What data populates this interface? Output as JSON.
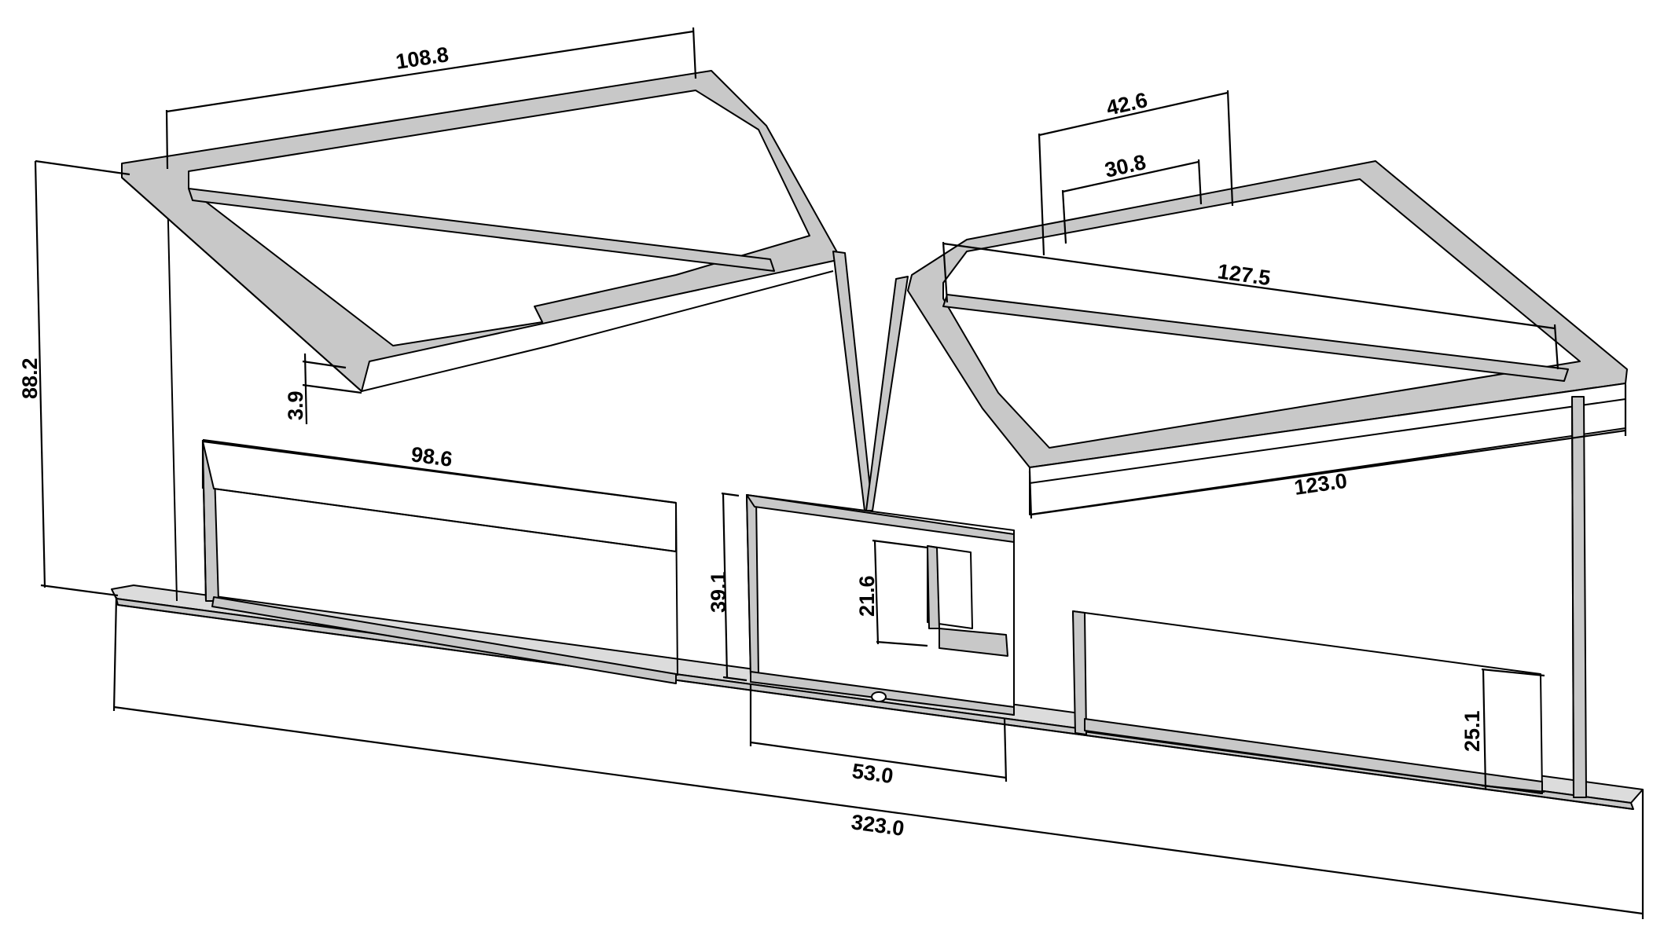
{
  "dimensions": {
    "overall_length": "323.0",
    "left_roof_top": "108.8",
    "left_height": "88.2",
    "left_roof_thickness": "3.9",
    "left_window_width": "98.6",
    "door_height": "39.1",
    "door_width": "53.0",
    "window_small_height": "21.6",
    "right_window_height": "25.1",
    "right_roof_outer": "42.6",
    "right_roof_inner": "30.8",
    "right_roof_top": "127.5",
    "right_roof_bottom": "123.0"
  }
}
